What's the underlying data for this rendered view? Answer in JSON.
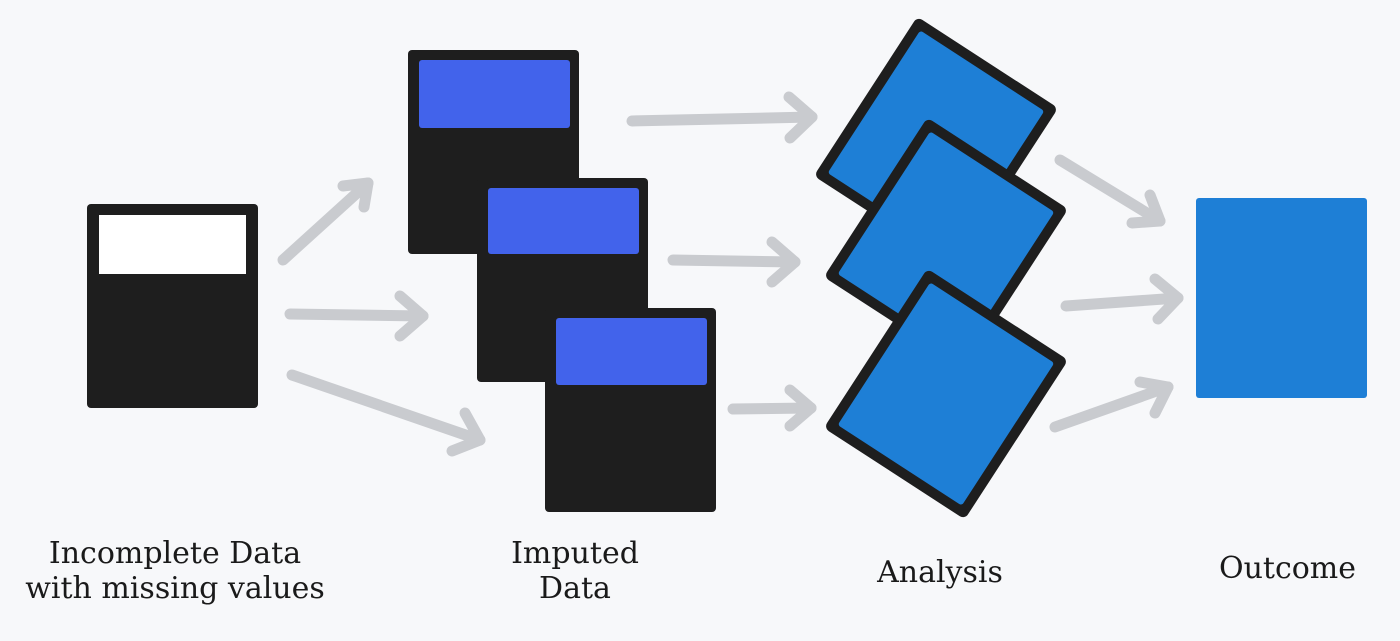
{
  "stages": {
    "incomplete": {
      "line1": "Incomplete Data",
      "line2": "with missing values"
    },
    "imputed": {
      "line1": "Imputed",
      "line2": "Data"
    },
    "analysis": {
      "label": "Analysis"
    },
    "outcome": {
      "label": "Outcome"
    }
  },
  "colors": {
    "background": "#f7f8fa",
    "data_block": "#1e1e1e",
    "missing_values": "#ffffff",
    "imputed_values": "#4263eb",
    "analysis_fill": "#1e7fd6",
    "outcome_fill": "#1e7fd6",
    "arrow": "#c9cbcf"
  }
}
